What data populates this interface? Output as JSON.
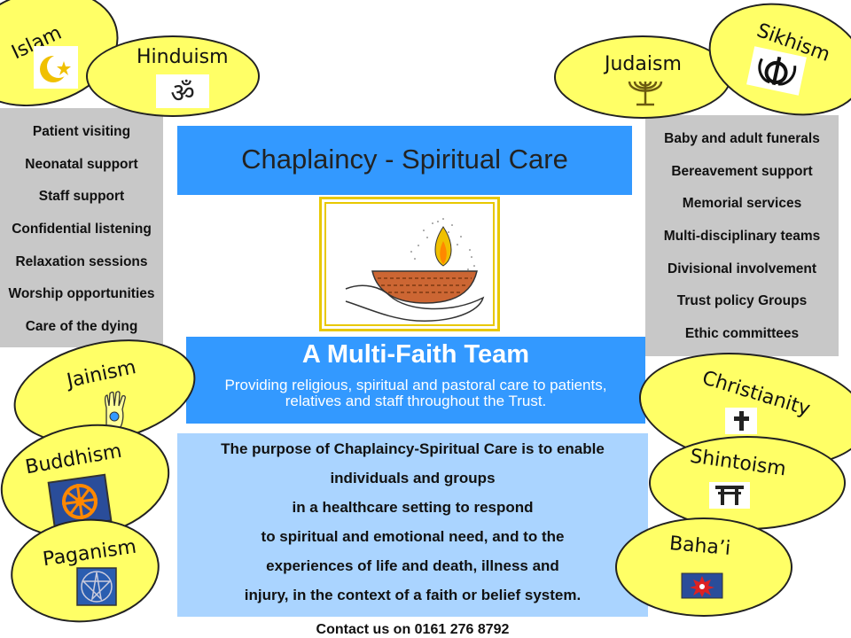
{
  "title": "Chaplaincy - Spiritual Care",
  "left_services": [
    "Patient visiting",
    "Neonatal support",
    "Staff support",
    "Confidential listening",
    "Relaxation sessions",
    "Worship opportunities",
    "Care of the dying"
  ],
  "right_services": [
    "Baby and adult funerals",
    "Bereavement support",
    "Memorial services",
    "Multi-disciplinary teams",
    "Divisional involvement",
    "Trust policy Groups",
    "Ethic committees"
  ],
  "team": {
    "title": "A Multi-Faith Team",
    "subtitle_line1": "Providing religious, spiritual and pastoral care to patients,",
    "subtitle_line2": "relatives and staff throughout the Trust."
  },
  "purpose_lines": [
    "The purpose of Chaplaincy-Spiritual Care is to enable",
    "individuals and groups",
    "in a healthcare setting to respond",
    "to spiritual and emotional need, and to the",
    "experiences of life and death, illness and",
    "injury, in the context of a faith or belief system."
  ],
  "contact": "Contact us on 0161 276 8792",
  "faiths": {
    "islam": {
      "label": "Islam",
      "icon": "star-crescent-icon"
    },
    "hinduism": {
      "label": "Hinduism",
      "icon": "om-icon"
    },
    "judaism": {
      "label": "Judaism",
      "icon": "menorah-icon"
    },
    "sikhism": {
      "label": "Sikhism",
      "icon": "khanda-icon"
    },
    "jainism": {
      "label": "Jainism",
      "icon": "jain-hand-icon"
    },
    "christianity": {
      "label": "Christianity",
      "icon": "cross-icon"
    },
    "buddhism": {
      "label": "Buddhism",
      "icon": "dharma-wheel-icon"
    },
    "shintoism": {
      "label": "Shintoism",
      "icon": "torii-icon"
    },
    "paganism": {
      "label": "Paganism",
      "icon": "pentagram-icon"
    },
    "bahai": {
      "label": "Baha’i",
      "icon": "nine-pointed-star-icon"
    }
  },
  "colors": {
    "ellipse": "#ffff66",
    "grey": "#c8c8c8",
    "blue": "#3399ff",
    "light_blue": "#aad4ff"
  }
}
